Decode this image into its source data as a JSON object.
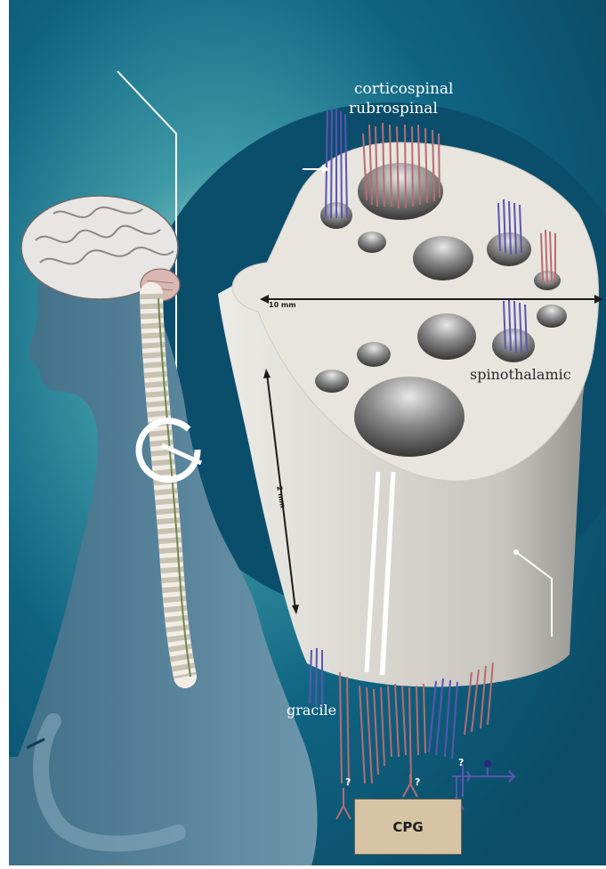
{
  "labels": {
    "corticospinal": "corticospinal",
    "rubrospinal": "rubrospinal",
    "spinothalamic": "spinothalamic",
    "gracile": "gracile",
    "width_scale": "10 mm",
    "height_scale": "2 mm",
    "cpg": "CPG",
    "question": "?"
  },
  "colors": {
    "background": "#0f5f7c",
    "background_glow": "#a6d3c4",
    "body": "#4d7a93",
    "cord": "#e4e2dc",
    "descending_red": "#b86b74",
    "ascending_blue": "#5b55b0"
  }
}
